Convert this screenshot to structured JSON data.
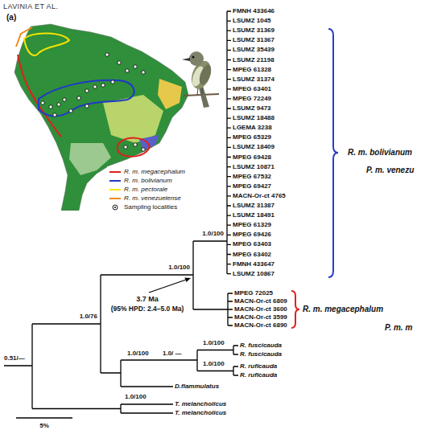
{
  "diagram": {
    "labels": [
      "LAVINIA ET AL.",
      "(a)",
      "FMNH 433646",
      "LSUMZ 1045",
      "LSUMZ 31369",
      "LSUMZ 31367",
      "LSUMZ 35439",
      "LSUMZ 21198",
      "MPEG 61328",
      "LSUMZ 31374",
      "MPEG 63401",
      "MPEG 72249",
      "LSUMZ 9473",
      "LSUMZ 18488",
      "LGEMA 3238",
      "MPEG 65329",
      "LSUMZ 18409",
      "MPEG 69428",
      "LSUMZ 10871",
      "MPEG 67532",
      "MPEG 69427",
      "MACN-Or-ct 4765",
      "LSUMZ 31387",
      "LSUMZ 18491",
      "MPEG 61329",
      "MPEG 69426",
      "MPEG 63403",
      "MPEG 63402",
      "FMNH 433647",
      "LSUMZ 10867",
      "MPEG 72025",
      "MACN-Or-ct 6809",
      "MACN-Or-ct 3600",
      "MACN-Or-ct 3599",
      "MACN-Or-ct 6890",
      "R. fuscicauda",
      "R. fuscicauda",
      "R. ruficauda",
      "R. ruficauda",
      "D.flammulatus",
      "T. melancholicus",
      "T. melancholicus",
      "R. m. bolivianum",
      "P. m. venezu",
      "R. m. megacephalum",
      "P. m. m",
      "1.0/100",
      "1.0/100",
      "1.0/76",
      "0.51/—",
      "1.0/100",
      "1.0/ —",
      "1.0/100",
      "1.0/100",
      "1.0/100",
      "3.7 Ma",
      "(95% HPD: 2.4–5.0 Ma)",
      "5%"
    ],
    "legend": [
      {
        "text": "R. m. megacephalum"
      },
      {
        "text": "R. m. bolivianum"
      },
      {
        "text": "R. m. pectorale"
      },
      {
        "text": "R. m. venezuelense"
      },
      {
        "text": "Sampling localities"
      }
    ]
  }
}
